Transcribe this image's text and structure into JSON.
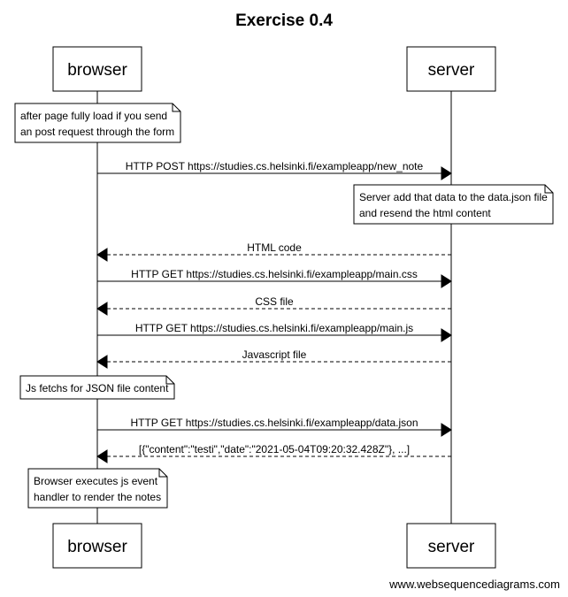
{
  "diagram": {
    "title": "Exercise 0.4",
    "participants": [
      {
        "id": "browser",
        "label": "browser"
      },
      {
        "id": "server",
        "label": "server"
      }
    ],
    "steps": [
      {
        "kind": "note",
        "over": "browser",
        "lines": [
          "after page fully load if you send",
          "an post request through the form"
        ]
      },
      {
        "kind": "message",
        "from": "browser",
        "to": "server",
        "style": "solid",
        "label": "HTTP POST https://studies.cs.helsinki.fi/exampleapp/new_note"
      },
      {
        "kind": "note",
        "over": "server",
        "lines": [
          "Server add that data to the data.json file",
          "and resend the html content"
        ]
      },
      {
        "kind": "message",
        "from": "server",
        "to": "browser",
        "style": "dashed",
        "label": "HTML code"
      },
      {
        "kind": "message",
        "from": "browser",
        "to": "server",
        "style": "solid",
        "label": "HTTP GET https://studies.cs.helsinki.fi/exampleapp/main.css"
      },
      {
        "kind": "message",
        "from": "server",
        "to": "browser",
        "style": "dashed",
        "label": "CSS file"
      },
      {
        "kind": "message",
        "from": "browser",
        "to": "server",
        "style": "solid",
        "label": "HTTP GET https://studies.cs.helsinki.fi/exampleapp/main.js"
      },
      {
        "kind": "message",
        "from": "server",
        "to": "browser",
        "style": "dashed",
        "label": "Javascript file"
      },
      {
        "kind": "note",
        "over": "browser",
        "lines": [
          "Js fetchs for JSON file content"
        ]
      },
      {
        "kind": "message",
        "from": "browser",
        "to": "server",
        "style": "solid",
        "label": "HTTP GET https://studies.cs.helsinki.fi/exampleapp/data.json"
      },
      {
        "kind": "message",
        "from": "server",
        "to": "browser",
        "style": "dashed",
        "label": "[{\"content\":\"testi\",\"date\":\"2021-05-04T09:20:32.428Z\"}, ...]"
      },
      {
        "kind": "note",
        "over": "browser",
        "lines": [
          "Browser executes js event",
          "handler to render the notes"
        ]
      }
    ],
    "footer": "www.websequencediagrams.com"
  }
}
